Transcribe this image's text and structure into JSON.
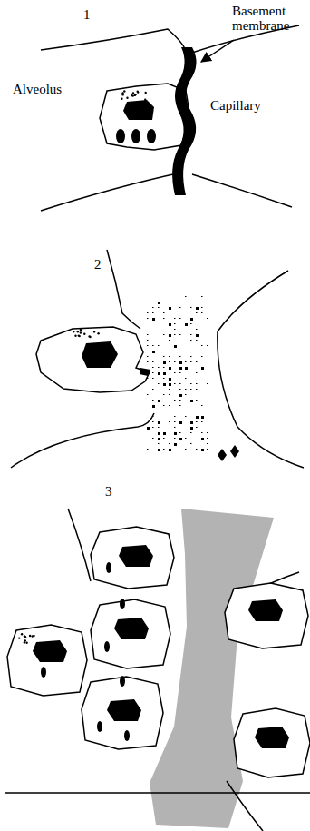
{
  "diagram": {
    "labels": [
      "1",
      "Basement membrane",
      "Alveolus",
      "Capillary",
      "2",
      "3"
    ]
  }
}
